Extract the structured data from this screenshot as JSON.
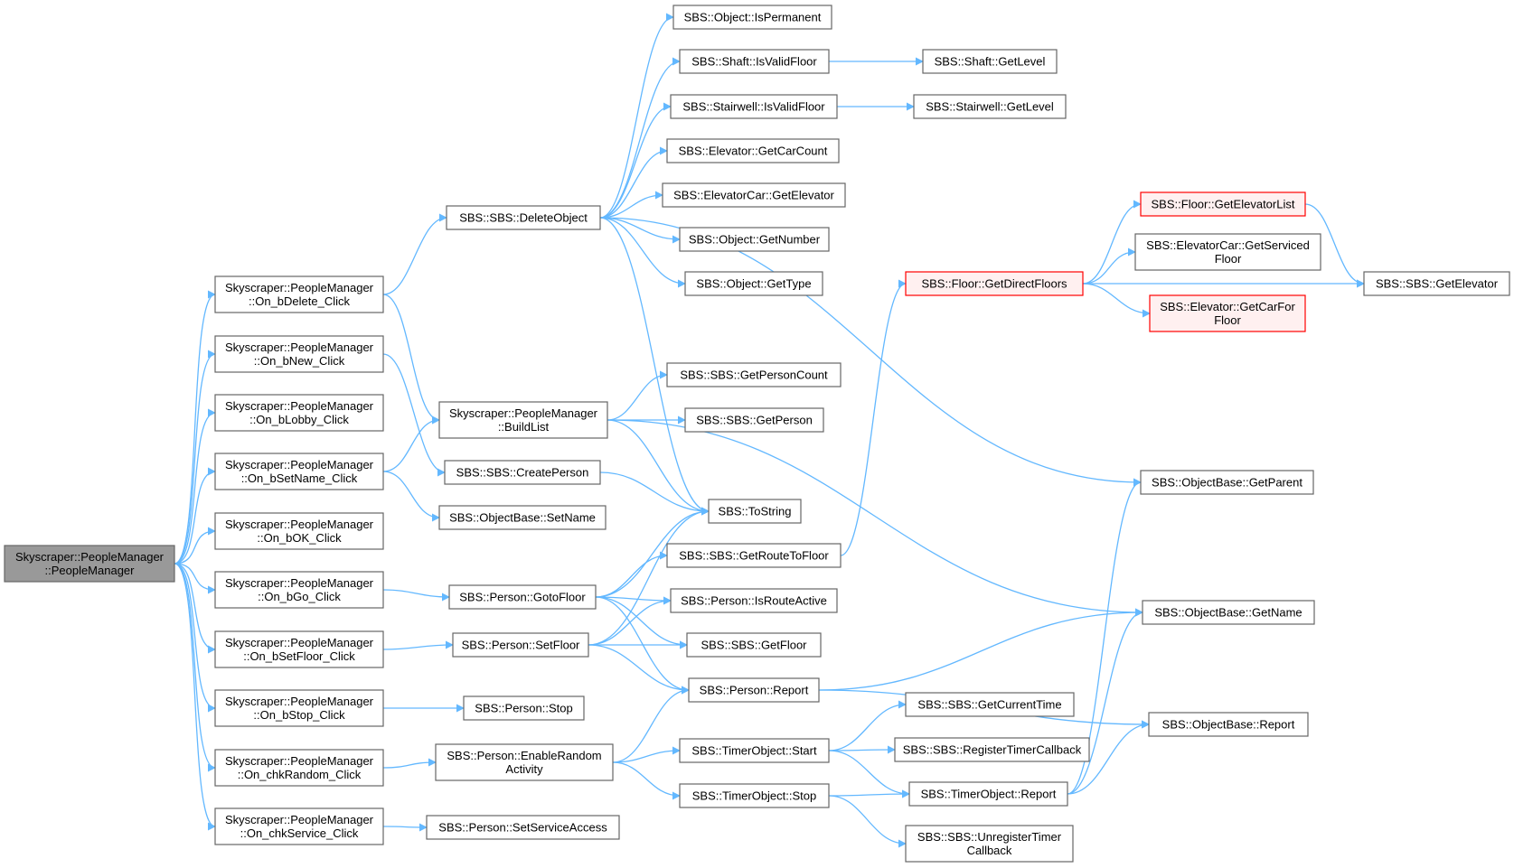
{
  "colors": {
    "edge": "#63b8ff",
    "node_border": "#666666",
    "node_fill": "#ffffff",
    "root_fill": "#999999",
    "root_border": "#666666",
    "highlight_border": "#ff0000",
    "highlight_fill": "#fff0f0"
  },
  "nodes": [
    {
      "id": "pm",
      "label": [
        "Skyscraper::PeopleManager",
        "::PeopleManager"
      ],
      "style": "root"
    },
    {
      "id": "del",
      "label": [
        "Skyscraper::PeopleManager",
        "::On_bDelete_Click"
      ],
      "style": "normal"
    },
    {
      "id": "new",
      "label": [
        "Skyscraper::PeopleManager",
        "::On_bNew_Click"
      ],
      "style": "normal"
    },
    {
      "id": "lob",
      "label": [
        "Skyscraper::PeopleManager",
        "::On_bLobby_Click"
      ],
      "style": "normal"
    },
    {
      "id": "setname",
      "label": [
        "Skyscraper::PeopleManager",
        "::On_bSetName_Click"
      ],
      "style": "normal"
    },
    {
      "id": "ok",
      "label": [
        "Skyscraper::PeopleManager",
        "::On_bOK_Click"
      ],
      "style": "normal"
    },
    {
      "id": "go",
      "label": [
        "Skyscraper::PeopleManager",
        "::On_bGo_Click"
      ],
      "style": "normal"
    },
    {
      "id": "setfloor",
      "label": [
        "Skyscraper::PeopleManager",
        "::On_bSetFloor_Click"
      ],
      "style": "normal"
    },
    {
      "id": "stop",
      "label": [
        "Skyscraper::PeopleManager",
        "::On_bStop_Click"
      ],
      "style": "normal"
    },
    {
      "id": "rand",
      "label": [
        "Skyscraper::PeopleManager",
        "::On_chkRandom_Click"
      ],
      "style": "normal"
    },
    {
      "id": "serv",
      "label": [
        "Skyscraper::PeopleManager",
        "::On_chkService_Click"
      ],
      "style": "normal"
    },
    {
      "id": "delobj",
      "label": [
        "SBS::SBS::DeleteObject"
      ],
      "style": "normal"
    },
    {
      "id": "build",
      "label": [
        "Skyscraper::PeopleManager",
        "::BuildList"
      ],
      "style": "normal"
    },
    {
      "id": "create",
      "label": [
        "SBS::SBS::CreatePerson"
      ],
      "style": "normal"
    },
    {
      "id": "setnm",
      "label": [
        "SBS::ObjectBase::SetName"
      ],
      "style": "normal"
    },
    {
      "id": "goto",
      "label": [
        "SBS::Person::GotoFloor"
      ],
      "style": "normal"
    },
    {
      "id": "psetfloor",
      "label": [
        "SBS::Person::SetFloor"
      ],
      "style": "normal"
    },
    {
      "id": "pstop",
      "label": [
        "SBS::Person::Stop"
      ],
      "style": "normal"
    },
    {
      "id": "enrand",
      "label": [
        "SBS::Person::EnableRandom",
        "Activity"
      ],
      "style": "normal"
    },
    {
      "id": "setserv",
      "label": [
        "SBS::Person::SetServiceAccess"
      ],
      "style": "normal"
    },
    {
      "id": "isperm",
      "label": [
        "SBS::Object::IsPermanent"
      ],
      "style": "normal"
    },
    {
      "id": "shvalid",
      "label": [
        "SBS::Shaft::IsValidFloor"
      ],
      "style": "normal"
    },
    {
      "id": "stvalid",
      "label": [
        "SBS::Stairwell::IsValidFloor"
      ],
      "style": "normal"
    },
    {
      "id": "carcount",
      "label": [
        "SBS::Elevator::GetCarCount"
      ],
      "style": "normal"
    },
    {
      "id": "getelev",
      "label": [
        "SBS::ElevatorCar::GetElevator"
      ],
      "style": "normal"
    },
    {
      "id": "getnum",
      "label": [
        "SBS::Object::GetNumber"
      ],
      "style": "normal"
    },
    {
      "id": "gettype",
      "label": [
        "SBS::Object::GetType"
      ],
      "style": "normal"
    },
    {
      "id": "pcount",
      "label": [
        "SBS::SBS::GetPersonCount"
      ],
      "style": "normal"
    },
    {
      "id": "getperson",
      "label": [
        "SBS::SBS::GetPerson"
      ],
      "style": "normal"
    },
    {
      "id": "tostring",
      "label": [
        "SBS::ToString"
      ],
      "style": "normal"
    },
    {
      "id": "route",
      "label": [
        "SBS::SBS::GetRouteToFloor"
      ],
      "style": "normal"
    },
    {
      "id": "isroute",
      "label": [
        "SBS::Person::IsRouteActive"
      ],
      "style": "normal"
    },
    {
      "id": "getfloor",
      "label": [
        "SBS::SBS::GetFloor"
      ],
      "style": "normal"
    },
    {
      "id": "preport",
      "label": [
        "SBS::Person::Report"
      ],
      "style": "normal"
    },
    {
      "id": "tstart",
      "label": [
        "SBS::TimerObject::Start"
      ],
      "style": "normal"
    },
    {
      "id": "tstop",
      "label": [
        "SBS::TimerObject::Stop"
      ],
      "style": "normal"
    },
    {
      "id": "shlevel",
      "label": [
        "SBS::Shaft::GetLevel"
      ],
      "style": "normal"
    },
    {
      "id": "stlevel",
      "label": [
        "SBS::Stairwell::GetLevel"
      ],
      "style": "normal"
    },
    {
      "id": "direct",
      "label": [
        "SBS::Floor::GetDirectFloors"
      ],
      "style": "highlight"
    },
    {
      "id": "curtime",
      "label": [
        "SBS::SBS::GetCurrentTime"
      ],
      "style": "normal"
    },
    {
      "id": "regtimer",
      "label": [
        "SBS::SBS::RegisterTimerCallback"
      ],
      "style": "normal"
    },
    {
      "id": "treport",
      "label": [
        "SBS::TimerObject::Report"
      ],
      "style": "normal"
    },
    {
      "id": "unreg",
      "label": [
        "SBS::SBS::UnregisterTimer",
        "Callback"
      ],
      "style": "normal"
    },
    {
      "id": "elevlist",
      "label": [
        "SBS::Floor::GetElevatorList"
      ],
      "style": "highlight"
    },
    {
      "id": "servfloor",
      "label": [
        "SBS::ElevatorCar::GetServiced",
        "Floor"
      ],
      "style": "normal"
    },
    {
      "id": "carfor",
      "label": [
        "SBS::Elevator::GetCarFor",
        "Floor"
      ],
      "style": "highlight"
    },
    {
      "id": "getparent",
      "label": [
        "SBS::ObjectBase::GetParent"
      ],
      "style": "normal"
    },
    {
      "id": "getname",
      "label": [
        "SBS::ObjectBase::GetName"
      ],
      "style": "normal"
    },
    {
      "id": "obreport",
      "label": [
        "SBS::ObjectBase::Report"
      ],
      "style": "normal"
    },
    {
      "id": "sbselev",
      "label": [
        "SBS::SBS::GetElevator"
      ],
      "style": "normal"
    }
  ],
  "edges": [
    [
      "pm",
      "del"
    ],
    [
      "pm",
      "new"
    ],
    [
      "pm",
      "lob"
    ],
    [
      "pm",
      "setname"
    ],
    [
      "pm",
      "ok"
    ],
    [
      "pm",
      "go"
    ],
    [
      "pm",
      "setfloor"
    ],
    [
      "pm",
      "stop"
    ],
    [
      "pm",
      "rand"
    ],
    [
      "pm",
      "serv"
    ],
    [
      "del",
      "delobj"
    ],
    [
      "del",
      "build"
    ],
    [
      "new",
      "create"
    ],
    [
      "setname",
      "build"
    ],
    [
      "setname",
      "setnm"
    ],
    [
      "go",
      "goto"
    ],
    [
      "setfloor",
      "psetfloor"
    ],
    [
      "stop",
      "pstop"
    ],
    [
      "rand",
      "enrand"
    ],
    [
      "serv",
      "setserv"
    ],
    [
      "delobj",
      "isperm"
    ],
    [
      "delobj",
      "shvalid"
    ],
    [
      "delobj",
      "stvalid"
    ],
    [
      "delobj",
      "carcount"
    ],
    [
      "delobj",
      "getelev"
    ],
    [
      "delobj",
      "getnum"
    ],
    [
      "delobj",
      "gettype"
    ],
    [
      "delobj",
      "tostring"
    ],
    [
      "delobj",
      "getparent"
    ],
    [
      "build",
      "pcount"
    ],
    [
      "build",
      "getperson"
    ],
    [
      "build",
      "tostring"
    ],
    [
      "build",
      "getname"
    ],
    [
      "create",
      "tostring"
    ],
    [
      "goto",
      "tostring"
    ],
    [
      "goto",
      "route"
    ],
    [
      "goto",
      "isroute"
    ],
    [
      "goto",
      "getfloor"
    ],
    [
      "goto",
      "preport"
    ],
    [
      "psetfloor",
      "tostring"
    ],
    [
      "psetfloor",
      "isroute"
    ],
    [
      "psetfloor",
      "getfloor"
    ],
    [
      "psetfloor",
      "preport"
    ],
    [
      "enrand",
      "preport"
    ],
    [
      "enrand",
      "tstart"
    ],
    [
      "enrand",
      "tstop"
    ],
    [
      "shvalid",
      "shlevel"
    ],
    [
      "stvalid",
      "stlevel"
    ],
    [
      "route",
      "direct"
    ],
    [
      "direct",
      "elevlist"
    ],
    [
      "direct",
      "servfloor"
    ],
    [
      "direct",
      "carfor"
    ],
    [
      "direct",
      "sbselev"
    ],
    [
      "elevlist",
      "sbselev"
    ],
    [
      "preport",
      "getname"
    ],
    [
      "preport",
      "obreport"
    ],
    [
      "tstart",
      "curtime"
    ],
    [
      "tstart",
      "regtimer"
    ],
    [
      "tstart",
      "treport"
    ],
    [
      "tstop",
      "treport"
    ],
    [
      "tstop",
      "unreg"
    ],
    [
      "treport",
      "getparent"
    ],
    [
      "treport",
      "getname"
    ],
    [
      "treport",
      "obreport"
    ]
  ]
}
